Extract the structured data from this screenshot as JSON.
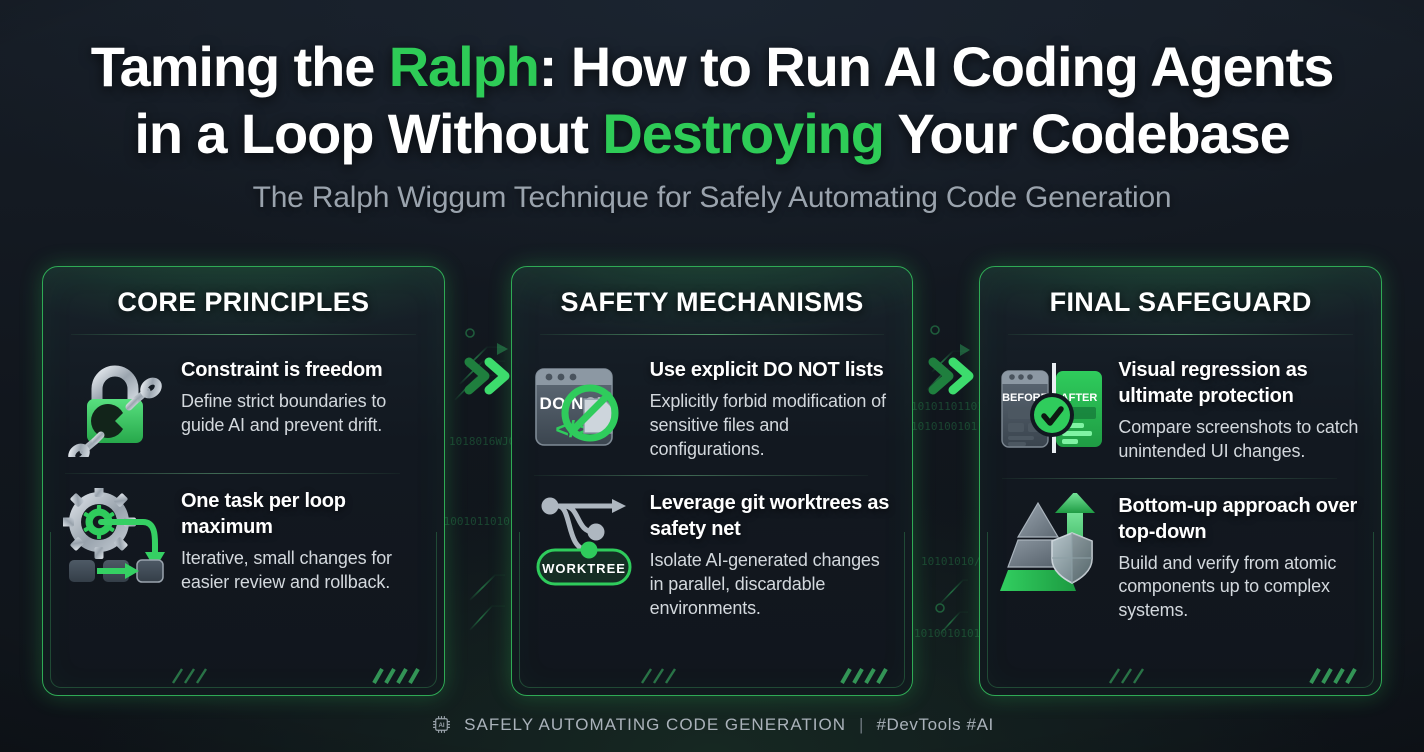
{
  "colors": {
    "background": "#141a22",
    "accent_green": "#2ecc57",
    "card_border": "#2faa55",
    "title_white": "#ffffff",
    "subtitle_grey": "#9aa3ad",
    "body_grey": "#d3d8dd"
  },
  "header": {
    "title_part_1": "Taming the ",
    "title_highlight_1": "Ralph",
    "title_part_2": ": How to Run AI Coding Agents",
    "title_part_3": "in a Loop Without ",
    "title_highlight_2": "Destroying",
    "title_part_4": " Your Codebase",
    "subtitle": "The Ralph Wiggum Technique for Safely Automating Code Generation"
  },
  "cards": [
    {
      "title": "CORE PRINCIPLES",
      "items": [
        {
          "icon": "padlock-chain-icon",
          "heading": "Constraint is freedom",
          "body": "Define strict boundaries to guide AI and prevent drift."
        },
        {
          "icon": "gear-loop-arrow-icon",
          "heading": "One task per loop maximum",
          "body": "Iterative, small changes for easier review and rollback."
        }
      ]
    },
    {
      "title": "SAFETY MECHANISMS",
      "items": [
        {
          "icon": "do-not-window-icon",
          "icon_label": "DO NOT",
          "heading": "Use explicit DO NOT lists",
          "body": "Explicitly forbid modification of sensitive files and configurations."
        },
        {
          "icon": "git-worktree-branch-icon",
          "icon_label": "WORKTREE",
          "heading": "Leverage git worktrees as safety net",
          "body": "Isolate AI-generated changes in parallel, discardable environments."
        }
      ]
    },
    {
      "title": "FINAL SAFEGUARD",
      "items": [
        {
          "icon": "before-after-check-icon",
          "icon_label_left": "BEFORE",
          "icon_label_right": "AFTER",
          "heading": "Visual regression as ultimate protection",
          "body": "Compare screenshots to catch unintended UI changes."
        },
        {
          "icon": "pyramid-up-arrow-shield-icon",
          "heading": "Bottom-up approach over top-down",
          "body": "Build and verify from atomic components up to complex systems."
        }
      ]
    }
  ],
  "connectors": [
    {
      "icon": "double-chevron-right-icon"
    },
    {
      "icon": "double-chevron-right-icon"
    }
  ],
  "footer": {
    "icon": "ai-chip-icon",
    "text": "SAFELY AUTOMATING CODE GENERATION",
    "separator": "|",
    "tags": "#DevTools  #AI"
  }
}
